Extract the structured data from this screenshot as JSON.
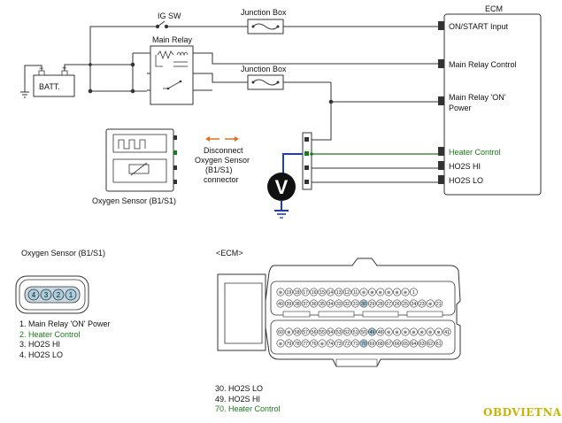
{
  "wiring": {
    "ig_sw": "IG SW",
    "junction_box_1": "Junction Box",
    "junction_box_2": "Junction Box",
    "main_relay": "Main Relay",
    "batt": "BATT.",
    "ecm": "ECM",
    "ecm_pins": {
      "on_start": "ON/START Input",
      "main_relay_control": "Main Relay Control",
      "main_relay_on_line1": "Main Relay 'ON'",
      "main_relay_on_line2": "Power",
      "heater_control": "Heater Control",
      "ho2s_hi": "HO2S  HI",
      "ho2s_lo": "HO2S  LO"
    },
    "oxygen_sensor": "Oxygen Sensor (B1/S1)",
    "disconnect_note": [
      "Disconnect",
      "Oxygen Sensor",
      "(B1/S1)",
      "connector"
    ],
    "meter_symbol": "V",
    "batt_minus": "−",
    "batt_plus": "+"
  },
  "sensor_connector": {
    "title": "Oxygen Sensor (B1/S1)",
    "pins": [
      "4",
      "3",
      "2",
      "1"
    ],
    "legend": [
      {
        "text": "1. Main Relay 'ON' Power",
        "highlight": false
      },
      {
        "text": "2. Heater Control",
        "highlight": true
      },
      {
        "text": "3. HO2S  HI",
        "highlight": false
      },
      {
        "text": "4. HO2S  LO",
        "highlight": false
      }
    ]
  },
  "ecm_connector": {
    "title": "<ECM>",
    "row1": [
      "⊛",
      "19",
      "18",
      "17",
      "16",
      "15",
      "14",
      "13",
      "12",
      "11",
      "⊛",
      "⊛",
      "⊛",
      "⊛",
      "⊛",
      "⊛",
      "1"
    ],
    "row2": [
      "40",
      "39",
      "38",
      "37",
      "36",
      "35",
      "34",
      "33",
      "32",
      "31",
      "30",
      "29",
      "28",
      "27",
      "26",
      "25",
      "24",
      "23",
      "⊛",
      "21"
    ],
    "row3": [
      "60",
      "⊛",
      "58",
      "57",
      "56",
      "55",
      "54",
      "53",
      "52",
      "51",
      "50",
      "49",
      "48",
      "⊛",
      "⊛",
      "⊛",
      "⊛",
      "⊛",
      "⊛",
      "⊛",
      "41"
    ],
    "row4": [
      "⊛",
      "79",
      "78",
      "77",
      "76",
      "⊛",
      "74",
      "73",
      "72",
      "71",
      "70",
      "69",
      "68",
      "67",
      "66",
      "65",
      "64",
      "63",
      "62",
      "61"
    ],
    "highlighted": [
      "30",
      "49",
      "70"
    ],
    "legend": [
      {
        "text": "30. HO2S  LO",
        "highlight": false
      },
      {
        "text": "49. HO2S  HI",
        "highlight": false
      },
      {
        "text": "70. Heater Control",
        "highlight": true
      }
    ]
  },
  "colors": {
    "highlight_wire": "#1a7a1a",
    "arrow": "#e07020",
    "pin_highlight": "#a8cfe0",
    "connector_fill": "#c9d7e2",
    "brand": "#c8b400"
  },
  "watermark": "OBDVIETNAM"
}
